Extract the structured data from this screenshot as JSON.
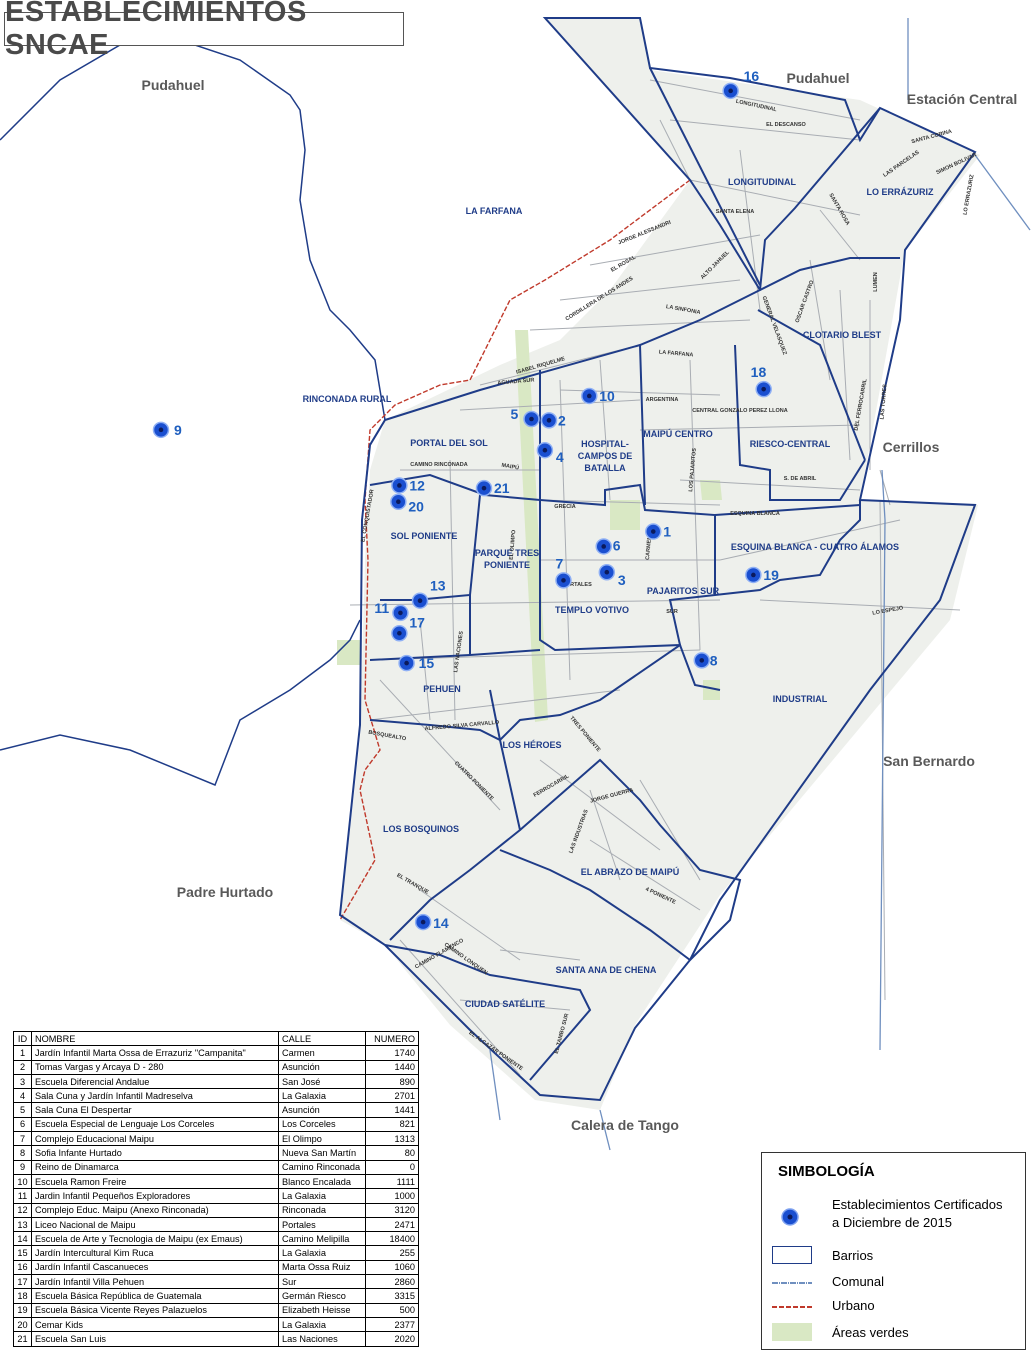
{
  "title": "ESTABLECIMIENTOS SNCAE",
  "communes": [
    "Pudahuel",
    "Pudahuel",
    "Estación Central",
    "Cerrillos",
    "San Bernardo",
    "Padre Hurtado",
    "Calera de Tango"
  ],
  "barrios": [
    "LA FARFANA",
    "LONGITUDINAL",
    "LO ERRÁZURIZ",
    "CLOTARIO BLEST",
    "RINCONADA RURAL",
    "PORTAL DEL SOL",
    "HOSPITAL-",
    "CAMPOS DE",
    "BATALLA",
    "MAIPÚ CENTRO",
    "RIESCO-CENTRAL",
    "SOL PONIENTE",
    "PARQUE TRES",
    "PONIENTE",
    "ESQUINA BLANCA - CUATRO ÁLAMOS",
    "TEMPLO VOTIVO",
    "PAJARITOS SUR",
    "INDUSTRIAL",
    "PEHUEN",
    "LOS HÉROES",
    "LOS BOSQUINOS",
    "EL ABRAZO DE MAIPÚ",
    "SANTA ANA DE CHENA",
    "CIUDAD SATÉLITE"
  ],
  "streets": [
    "LONGITUDINAL",
    "EL DESCANSO",
    "SANTA ELENA",
    "JORGE ALESSANDRI",
    "EL ROSAL",
    "CORDILLERA DE LOS ANDES",
    "ALTO JAHUEL",
    "LA SINFONIA",
    "LA FARFANA",
    "ISABEL RIQUELME",
    "AGUADA SUR",
    "ARGENTINA",
    "CENTRAL GONZALO PEREZ LLONA",
    "CAMINO RINCONADA",
    "MAIPÚ",
    "GRECIA",
    "EL OLIMPO",
    "PORTALES",
    "LOS PAJARITOS",
    "S. DE ABRIL",
    "ESQUINA BLANCA",
    "LO ESPEJO",
    "LAS NACIONES",
    "ALFREDO SILVA CARVALLO",
    "TRES PONIENTE",
    "BOSQUEALTO",
    "CUATRO PONIENTE",
    "FERROCARRIL",
    "JORGE GUERRA",
    "LAS INDUSTRIAS",
    "4 PONIENTE",
    "EL TRANQUE",
    "SANTA CORINA",
    "LAS PARCELAS",
    "SIMON BOLIVAR",
    "SANTA ROSA",
    "OSCAR CASTRO",
    "LUMEN",
    "LAS TORRES",
    "DEL FERROCARRIL",
    "CAMINO FLAMENCO",
    "CAMINO LONQUEN",
    "EL ALCAZAR PONIENTE",
    "EL TAMBO SUR",
    "LO ERRAZURIZ",
    "GENERAL VELASQUEZ",
    "EL CONQUISTADOR",
    "CARMEN",
    "SUR"
  ],
  "points": [
    {
      "id": "1",
      "pos": [
        0.633,
        0.392
      ]
    },
    {
      "id": "2",
      "pos": [
        0.532,
        0.31
      ]
    },
    {
      "id": "3",
      "pos": [
        0.588,
        0.422
      ]
    },
    {
      "id": "4",
      "pos": [
        0.528,
        0.332
      ]
    },
    {
      "id": "5",
      "pos": [
        0.515,
        0.309
      ]
    },
    {
      "id": "6",
      "pos": [
        0.585,
        0.403
      ]
    },
    {
      "id": "7",
      "pos": [
        0.546,
        0.428
      ]
    },
    {
      "id": "8",
      "pos": [
        0.68,
        0.487
      ]
    },
    {
      "id": "9",
      "pos": [
        0.156,
        0.317
      ]
    },
    {
      "id": "10",
      "pos": [
        0.571,
        0.292
      ]
    },
    {
      "id": "11",
      "pos": [
        0.388,
        0.452
      ]
    },
    {
      "id": "12",
      "pos": [
        0.387,
        0.358
      ]
    },
    {
      "id": "13",
      "pos": [
        0.407,
        0.443
      ]
    },
    {
      "id": "14",
      "pos": [
        0.41,
        0.68
      ]
    },
    {
      "id": "15",
      "pos": [
        0.394,
        0.489
      ]
    },
    {
      "id": "16",
      "pos": [
        0.708,
        0.067
      ]
    },
    {
      "id": "17",
      "pos": [
        0.387,
        0.467
      ]
    },
    {
      "id": "18",
      "pos": [
        0.74,
        0.287
      ]
    },
    {
      "id": "19",
      "pos": [
        0.73,
        0.424
      ]
    },
    {
      "id": "20",
      "pos": [
        0.386,
        0.37
      ]
    },
    {
      "id": "21",
      "pos": [
        0.469,
        0.36
      ]
    }
  ],
  "table": {
    "headers": [
      "ID",
      "NOMBRE",
      "CALLE",
      "NUMERO"
    ],
    "rows": [
      [
        "1",
        "Jardín Infantil Marta Ossa de Errazuriz \"Campanita\"",
        "Carmen",
        "1740"
      ],
      [
        "2",
        "Tomas Vargas y Arcaya D - 280",
        "Asunción",
        "1440"
      ],
      [
        "3",
        "Escuela Diferencial Andalue",
        "San José",
        "890"
      ],
      [
        "4",
        "Sala Cuna y Jardín Infantil Madreselva",
        "La Galaxia",
        "2701"
      ],
      [
        "5",
        "Sala Cuna El Despertar",
        "Asunción",
        "1441"
      ],
      [
        "6",
        "Escuela Especial de Lenguaje Los Corceles",
        "Los Corceles",
        "821"
      ],
      [
        "7",
        "Complejo Educacional Maipu",
        "El Olimpo",
        "1313"
      ],
      [
        "8",
        "Sofia Infante Hurtado",
        "Nueva San Martín",
        "80"
      ],
      [
        "9",
        "Reino de Dinamarca",
        "Camino Rinconada",
        "0"
      ],
      [
        "10",
        "Escuela Ramon Freire",
        "Blanco Encalada",
        "1111"
      ],
      [
        "11",
        "Jardin Infantil Pequeños Exploradores",
        "La Galaxia",
        "1000"
      ],
      [
        "12",
        "Complejo Educ. Maipu (Anexo Rinconada)",
        "Rinconada",
        "3120"
      ],
      [
        "13",
        "Liceo Nacional de Maipu",
        "Portales",
        "2471"
      ],
      [
        "14",
        "Escuela de Arte y Tecnologia de Maipu (ex Emaus)",
        "Camino Melipilla",
        "18400"
      ],
      [
        "15",
        "Jardín Intercultural Kim Ruca",
        "La Galaxia",
        "255"
      ],
      [
        "16",
        "Jardín Infantil Cascanueces",
        "Marta Ossa Ruiz",
        "1060"
      ],
      [
        "17",
        "Jardín Infantil Villa Pehuen",
        "Sur",
        "2860"
      ],
      [
        "18",
        "Escuela Básica República de Guatemala",
        "Germán Riesco",
        "3315"
      ],
      [
        "19",
        "Escuela Básica Vicente Reyes Palazuelos",
        "Elizabeth Heisse",
        "500"
      ],
      [
        "20",
        "Cemar Kids",
        "La Galaxia",
        "2377"
      ],
      [
        "21",
        "Escuela San Luis",
        "Las Naciones",
        "2020"
      ]
    ]
  },
  "legend": {
    "title": "SIMBOLOGÍA",
    "items": [
      {
        "label": "Establecimientos Certificados",
        "label2": "a Diciembre de 2015",
        "icon": "establishment-point-icon"
      },
      {
        "label": "Barrios",
        "icon": "barrio-boundary-icon"
      },
      {
        "label": "Comunal",
        "icon": "comunal-line-icon"
      },
      {
        "label": "Urbano",
        "icon": "urban-line-icon"
      },
      {
        "label": "Áreas verdes",
        "icon": "green-area-icon"
      }
    ]
  },
  "colors": {
    "barrio_boundary": "#1f3c88",
    "comunal": "#6f8fbf",
    "urbano": "#c0392b",
    "green": "#d9e8c4",
    "point": "#1a4fd0"
  }
}
